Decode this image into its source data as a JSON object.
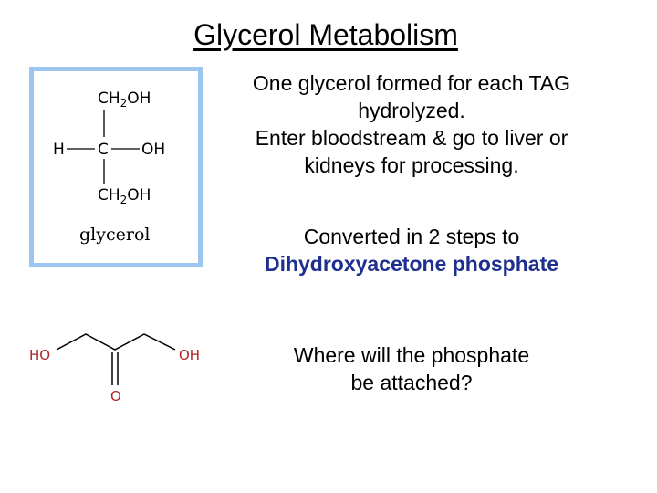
{
  "slide": {
    "title": "Glycerol Metabolism",
    "paragraph1": {
      "line1": "One glycerol formed for each TAG",
      "line2": "hydrolyzed.",
      "line3": "Enter bloodstream & go to liver or",
      "line4": "kidneys for processing."
    },
    "paragraph2": {
      "line1": "Converted in 2 steps to",
      "line2": "Dihydroxyacetone phosphate"
    },
    "paragraph3": {
      "line1": "Where will the phosphate",
      "line2": "be attached?"
    }
  },
  "glycerol_structure": {
    "top_group": "CH",
    "top_sub": "2",
    "top_oh": "OH",
    "h_label": "H",
    "c_label": "C",
    "oh_label": "OH",
    "bottom_group": "CH",
    "bottom_sub": "2",
    "bottom_oh": "OH",
    "caption": "glycerol"
  },
  "dhap_structure": {
    "left_label": "HO",
    "right_label": "OH",
    "oxygen_label": "O"
  },
  "colors": {
    "box_border": "#9cc6f0",
    "highlight_text": "#1f2f8f",
    "structure_label": "#b22222"
  }
}
